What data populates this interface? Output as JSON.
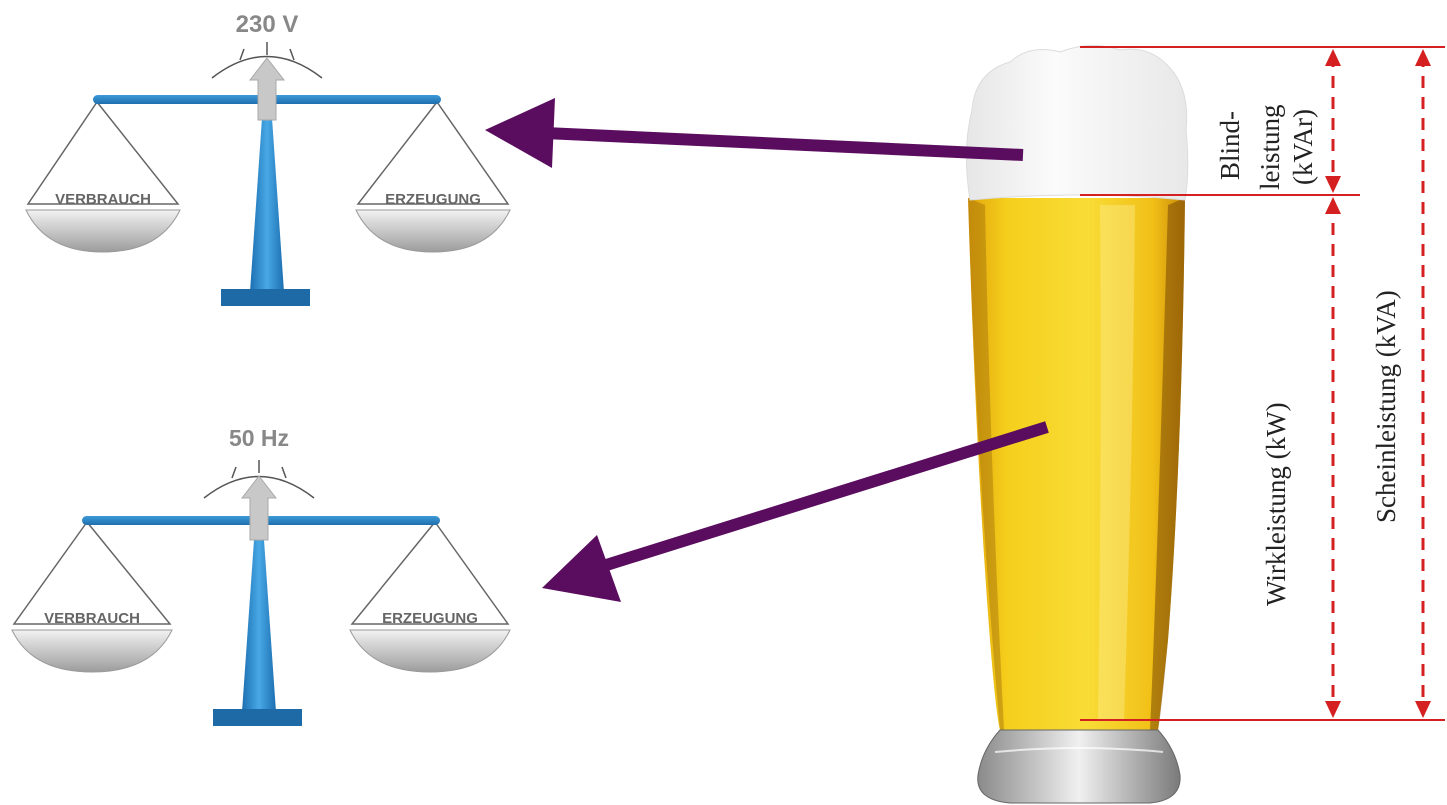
{
  "scale_top": {
    "indicator_label": "230 V",
    "left_pan_label": "VERBRAUCH",
    "right_pan_label": "ERZEUGUNG"
  },
  "scale_bottom": {
    "indicator_label": "50 Hz",
    "left_pan_label": "VERBRAUCH",
    "right_pan_label": "ERZEUGUNG"
  },
  "beer": {
    "reactive_power_label_line1": "Blind-",
    "reactive_power_label_line2": "leistung",
    "reactive_power_label_line3": "(kVAr)",
    "active_power_label": "Wirkleistung (kW)",
    "apparent_power_label": "Scheinleistung (kVA)"
  },
  "colors": {
    "scale_blue": "#2a86c8",
    "arrow_purple": "#5a0d5e",
    "dimension_red": "#d42020",
    "beer_gold": "#f2c415",
    "foam": "#f4f4f4"
  }
}
